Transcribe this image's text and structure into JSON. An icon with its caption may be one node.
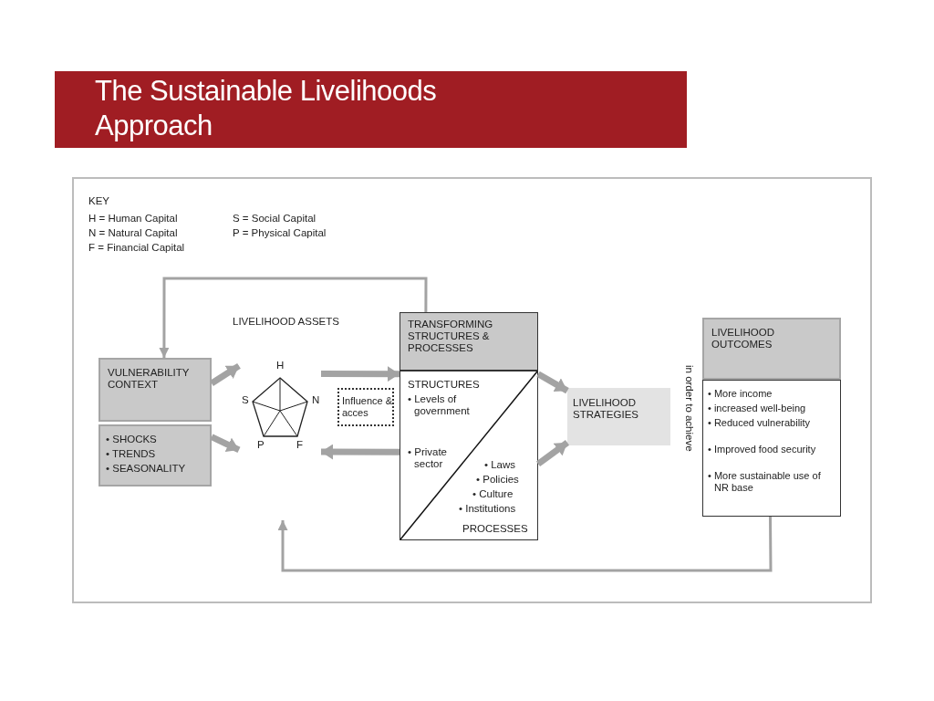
{
  "diagram": {
    "title": "The Sustainable Livelihoods Approach",
    "nodes": [
      {
        "text": [
          "VULNERABILITY CONTEXT"
        ]
      },
      {
        "text": [
          "• SHOCKS",
          "• TRENDS",
          "• SEASONALITY"
        ]
      },
      {
        "text": [
          "H",
          "S",
          "N",
          "P",
          "F"
        ]
      },
      {
        "text": [
          "Influence & acces"
        ]
      },
      {
        "text": [
          "TRANSFORMING STRUCTURES & PROCESSES"
        ]
      },
      {
        "text": [
          "STRUCTURES",
          "• Levels of government",
          "• Private sector",
          "• Laws",
          "• Policies",
          "• Culture",
          "• Institutions",
          "PROCESSES"
        ]
      },
      {
        "text": [
          "LIVELIHOOD STRATEGIES"
        ]
      },
      {
        "text": [
          "LIVELIHOOD OUTCOMES"
        ]
      },
      {
        "text": [
          "• More income",
          "• increased well-being",
          "• Reduced vulnerability",
          "• Improved food security",
          "• More sustainable use of NR base"
        ]
      }
    ],
    "edges": [
      {
        "from": 4,
        "to": 0,
        "arrow": "to"
      },
      {
        "from": 0,
        "to": 2,
        "arrow": "to"
      },
      {
        "from": 1,
        "to": 2,
        "arrow": "to"
      },
      {
        "from": 2,
        "to": 5,
        "arrow": "to"
      },
      {
        "from": 5,
        "to": 2,
        "arrow": "to"
      },
      {
        "from": 5,
        "to": 6,
        "arrow": "to"
      },
      {
        "from": 5,
        "to": 6,
        "arrow": "to"
      },
      {
        "from": 8,
        "to": null,
        "arrow": "to"
      }
    ],
    "labels": [
      "KEY",
      "H = Human Capital",
      "S = Social Capital",
      "N = Natural Capital",
      "P = Physical Capital",
      "F = Financial Capital",
      "LIVELIHOOD ASSETS",
      "in order to achieve"
    ]
  }
}
